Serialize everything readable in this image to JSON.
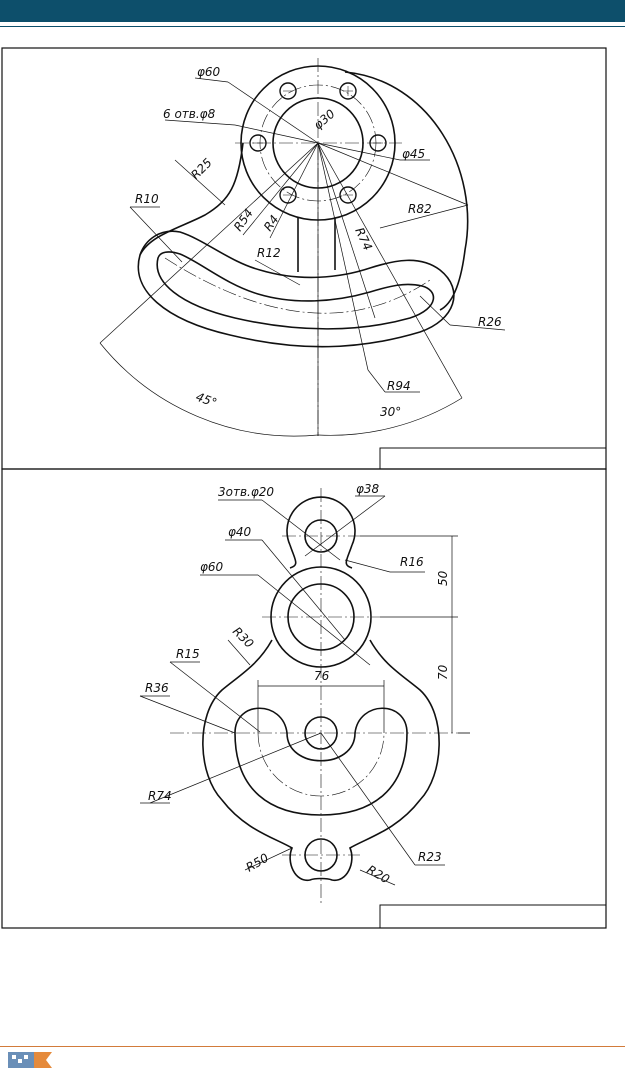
{
  "drawing1": {
    "labels": {
      "d60": "φ60",
      "holes": "6 отв.φ8",
      "d30": "φ30",
      "d45": "φ45",
      "r25": "R25",
      "r10": "R10",
      "r54": "R54",
      "r4": "R4",
      "r12": "R12",
      "r82": "R82",
      "r74": "R74",
      "r26": "R26",
      "r94": "R94",
      "a45": "45°",
      "a30": "30°"
    }
  },
  "drawing2": {
    "labels": {
      "holes": "3отв.φ20",
      "d38": "φ38",
      "d40": "φ40",
      "d60": "φ60",
      "r16": "R16",
      "r30": "R30",
      "r15": "R15",
      "r36": "R36",
      "r74": "R74",
      "r50": "R50",
      "r20": "R20",
      "r23": "R23",
      "dim76": "76",
      "dim50": "50",
      "dim70": "70"
    }
  }
}
